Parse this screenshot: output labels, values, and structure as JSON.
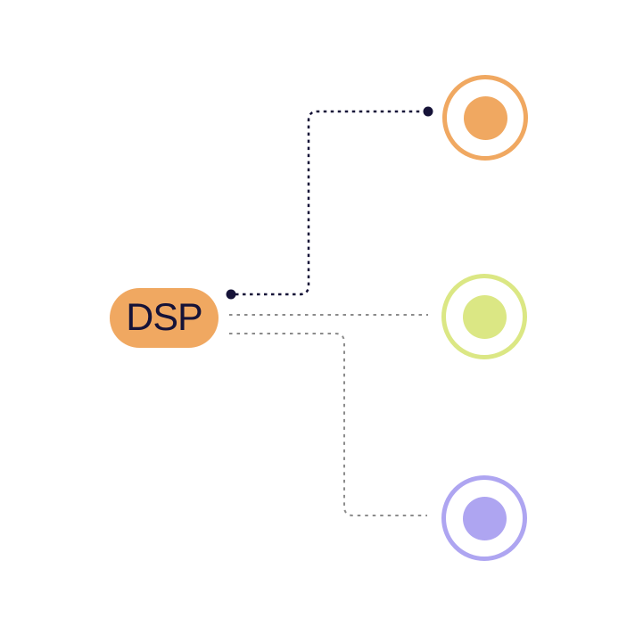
{
  "diagram": {
    "background_color": "#ffffff",
    "source_node": {
      "label": "DSP",
      "fill": "#F0A861",
      "text_color": "#161338",
      "shape": "pill"
    },
    "targets": [
      {
        "id": "orange-target",
        "color": "#F0A861",
        "shape": "ring-with-core"
      },
      {
        "id": "green-target",
        "color": "#DBE784",
        "shape": "ring-with-core"
      },
      {
        "id": "purple-target",
        "color": "#AEA5F1",
        "shape": "ring-with-core"
      }
    ],
    "connectors": [
      {
        "from": "DSP",
        "to": "orange-target",
        "style": "dashed-elbow-up",
        "color": "#161338",
        "endpoint_dots": true
      },
      {
        "from": "DSP",
        "to": "green-target",
        "style": "dashed-straight",
        "color": "#8B8B8B",
        "endpoint_dots": false
      },
      {
        "from": "DSP",
        "to": "purple-target",
        "style": "dashed-elbow-down",
        "color": "#8B8B8B",
        "endpoint_dots": false
      }
    ]
  }
}
